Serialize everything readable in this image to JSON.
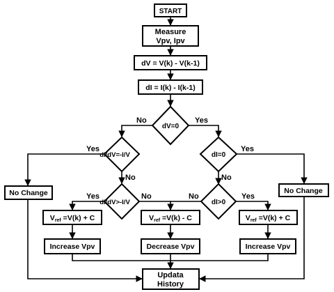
{
  "nodes": {
    "start": "START",
    "measure_1": "Measure",
    "measure_2": "Vpv, Ipv",
    "dv": "dV = V(k) - V(k-1)",
    "di": "dI = I(k) - I(k-1)",
    "dv0": "dV=0",
    "di0": "dI=0",
    "didv_eq_1": "dI/dV=",
    "didv_eq_2": "-I/V",
    "didv_gt_1": "dI/dV>",
    "didv_gt_2": "-I/V",
    "digt0": "dI>0",
    "nochange_left": "No Change",
    "nochange_right": "No Change",
    "vref_left_a": "V",
    "vref_left_sub": "ref",
    "vref_left_b": " =V(k) + C",
    "vref_mid_a": "V",
    "vref_mid_sub": "ref",
    "vref_mid_b": " =V(k) - C",
    "vref_right_a": "V",
    "vref_right_sub": "ref",
    "vref_right_b": " =V(k) + C",
    "inc_left": "Increase Vpv",
    "dec_mid": "Decrease Vpv",
    "inc_right": "Increase Vpv",
    "update_1": "Updata",
    "update_2": "History"
  },
  "edges": {
    "dv0_no": "No",
    "dv0_yes": "Yes",
    "didv_eq_yes": "Yes",
    "didv_eq_no": "No",
    "di0_yes": "Yes",
    "di0_no": "No",
    "didv_gt_yes": "Yes",
    "didv_gt_no": "No",
    "digt0_no": "No",
    "digt0_yes": "Yes"
  }
}
